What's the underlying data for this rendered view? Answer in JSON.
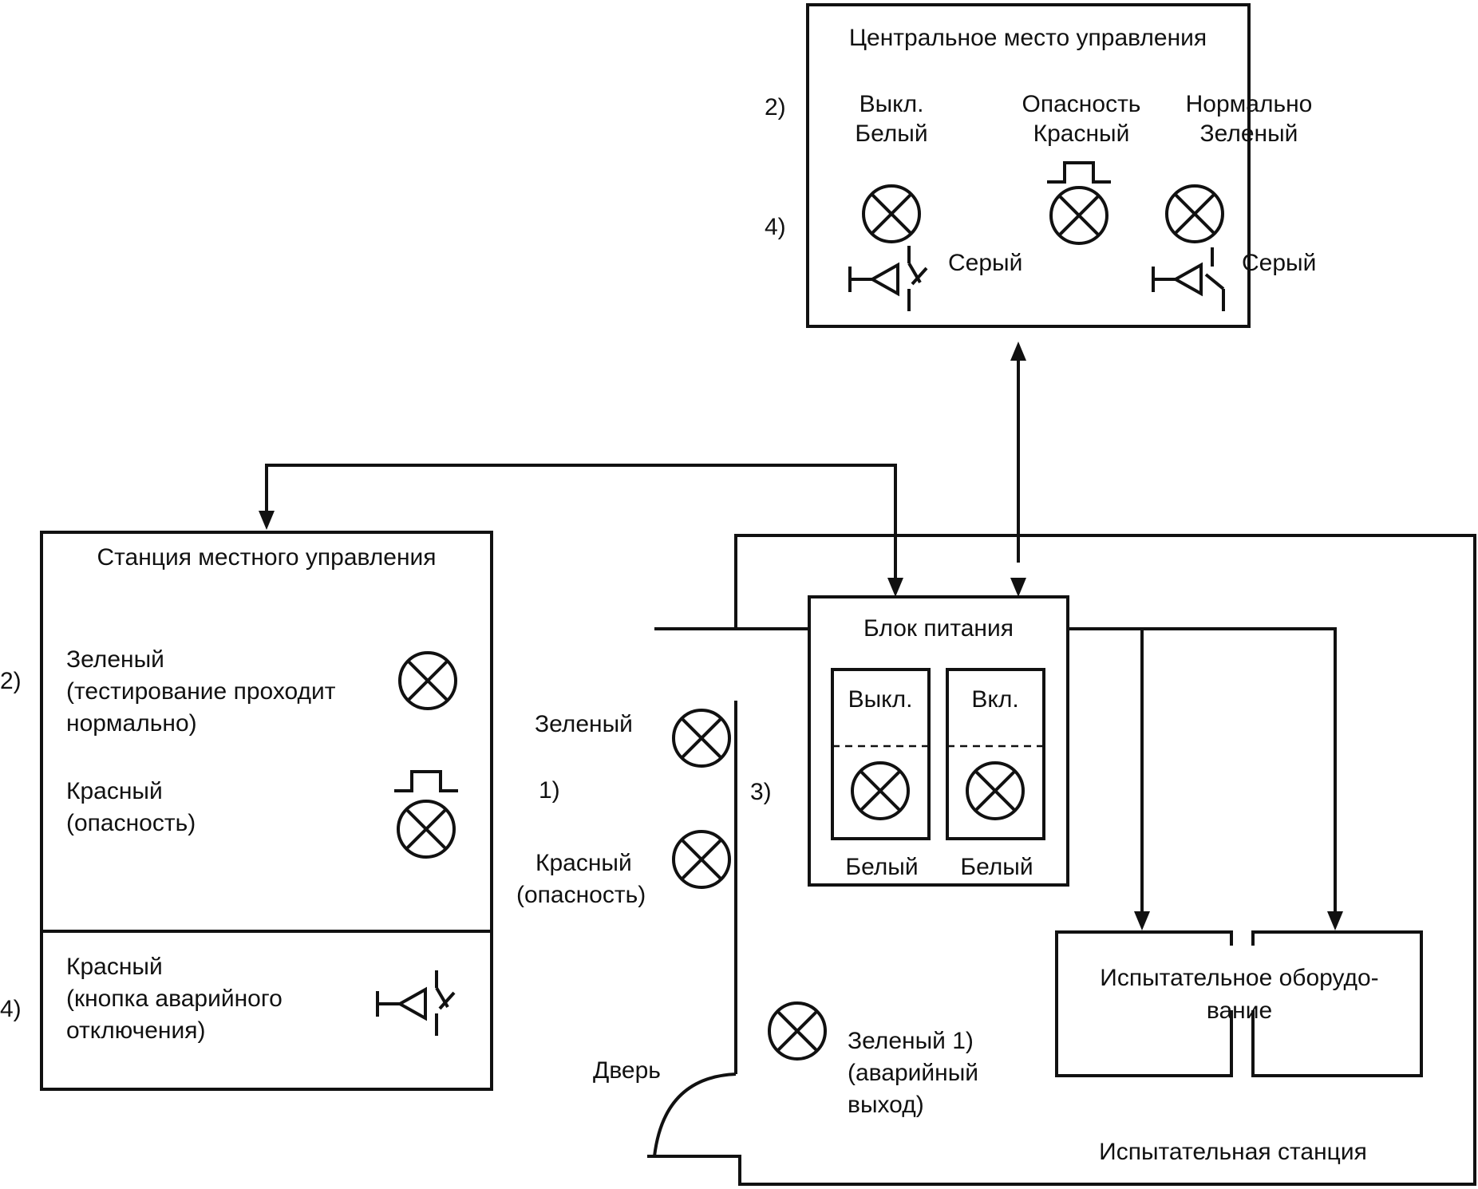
{
  "central": {
    "title": "Центральное место управления",
    "note_2": "2)",
    "note_4": "4)",
    "off_line1": "Выкл.",
    "off_line2": "Белый",
    "danger_line1": "Опасность",
    "danger_line2": "Красный",
    "normal_line1": "Нормально",
    "normal_line2": "Зеленый",
    "switch_left_label": "Серый",
    "switch_right_label": "Серый"
  },
  "local": {
    "title": "Станция местного управления",
    "note_2": "2)",
    "note_4": "4)",
    "green_line1": "Зеленый",
    "green_line2": "(тестирование проходит",
    "green_line3": "нормально)",
    "red_line1": "Красный",
    "red_line2": "(опасность)",
    "estop_line1": "Красный",
    "estop_line2": "(кнопка аварийного",
    "estop_line3": "отключения)"
  },
  "door_area": {
    "green_label": "Зеленый",
    "note_1": "1)",
    "note_3": "3)",
    "red_line1": "Красный",
    "red_line2": "(опасность)",
    "door_label": "Дверь"
  },
  "power_unit": {
    "title": "Блок питания",
    "off_label": "Выкл.",
    "on_label": "Вкл.",
    "off_color": "Белый",
    "on_color": "Белый"
  },
  "test_station": {
    "title": "Испытательная станция",
    "equipment_line1": "Испытательное оборудо-",
    "equipment_line2": "вание",
    "exit_line1": "Зеленый 1)",
    "exit_line2": "(аварийный",
    "exit_line3": "выход)"
  }
}
